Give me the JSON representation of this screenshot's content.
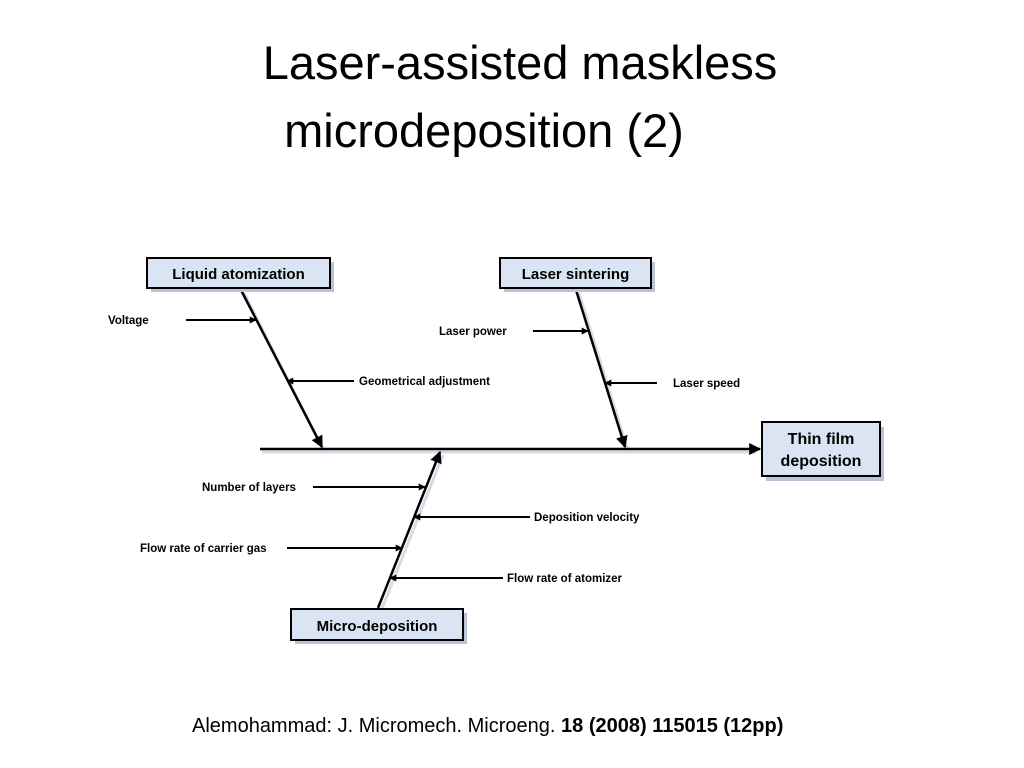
{
  "slide": {
    "title_line1": "Laser-assisted maskless",
    "title_line2": "microdeposition (2)"
  },
  "diagram": {
    "effect": {
      "line1": "Thin film",
      "line2": "deposition"
    },
    "categories": {
      "liquid_atomization": "Liquid atomization",
      "laser_sintering": "Laser sintering",
      "micro_deposition": "Micro-deposition"
    },
    "causes": {
      "voltage": "Voltage",
      "geometrical_adjustment": "Geometrical adjustment",
      "laser_power": "Laser power",
      "laser_speed": "Laser speed",
      "number_of_layers": "Number of layers",
      "deposition_velocity": "Deposition velocity",
      "flow_rate_carrier_gas": "Flow rate of carrier gas",
      "flow_rate_atomizer": "Flow rate of atomizer"
    },
    "colors": {
      "box_fill": "#dbe4f2",
      "box_shadow": "#b9c4d6",
      "line": "#000000"
    }
  },
  "citation": {
    "prefix": "Alemohammad: J. Micromech. Microeng.",
    "bold": "18 (2008) 115015 (12pp)"
  }
}
